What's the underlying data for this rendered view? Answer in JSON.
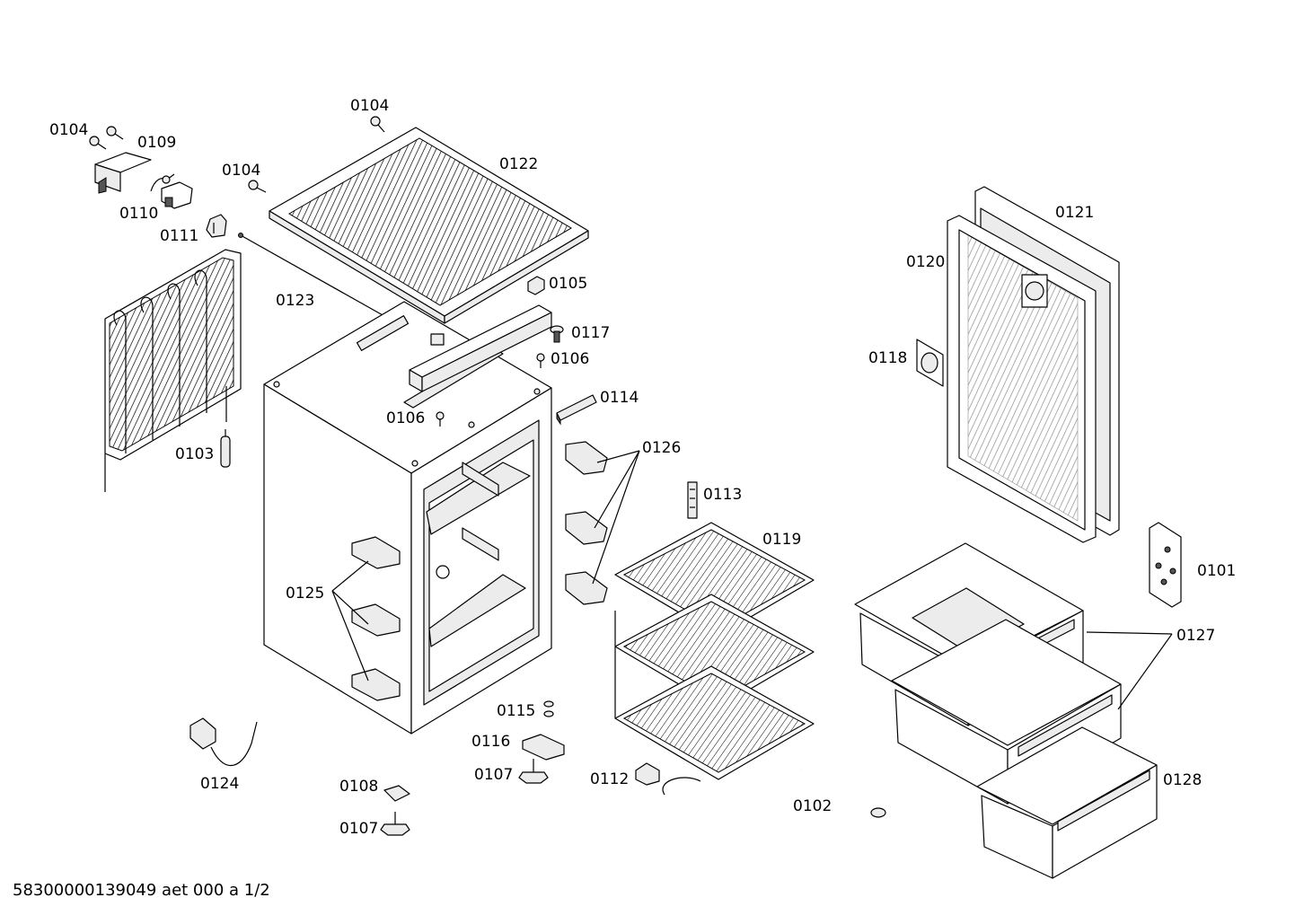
{
  "document_id": "58300000139049 aet 000 a 1/2",
  "labels": {
    "l0104a": "0104",
    "l0104b": "0104",
    "l0104c": "0104",
    "l0109": "0109",
    "l0110": "0110",
    "l0111": "0111",
    "l0122": "0122",
    "l0123": "0123",
    "l0105": "0105",
    "l0117": "0117",
    "l0106a": "0106",
    "l0106b": "0106",
    "l0114": "0114",
    "l0103": "0103",
    "l0126": "0126",
    "l0113": "0113",
    "l0119": "0119",
    "l0125": "0125",
    "l0121": "0121",
    "l0120": "0120",
    "l0118": "0118",
    "l0101": "0101",
    "l0127": "0127",
    "l0128": "0128",
    "l0124": "0124",
    "l0115": "0115",
    "l0116": "0116",
    "l0107a": "0107",
    "l0107b": "0107",
    "l0108": "0108",
    "l0112": "0112",
    "l0102": "0102"
  }
}
